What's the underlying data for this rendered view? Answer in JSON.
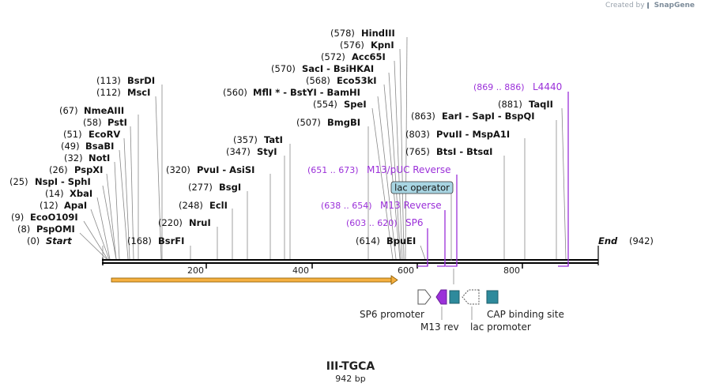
{
  "credit": {
    "prefix": "Created by",
    "brand": "SnapGene"
  },
  "title": "III-TGCA",
  "subtitle": "942 bp",
  "sequence_length": 942,
  "sites": [
    {
      "pos": "(0)",
      "name": "Start",
      "bp": 0,
      "style": "italic"
    },
    {
      "pos": "(8)",
      "name": "PspOMI",
      "bp": 8
    },
    {
      "pos": "(9)",
      "name": "EcoO109I",
      "bp": 9
    },
    {
      "pos": "(12)",
      "name": "ApaI",
      "bp": 12
    },
    {
      "pos": "(14)",
      "name": "XbaI",
      "bp": 14
    },
    {
      "pos": "(25)",
      "name": "NspI - SphI",
      "bp": 25
    },
    {
      "pos": "(26)",
      "name": "PspXI",
      "bp": 26
    },
    {
      "pos": "(32)",
      "name": "NotI",
      "bp": 32
    },
    {
      "pos": "(49)",
      "name": "BsaBI",
      "bp": 49
    },
    {
      "pos": "(51)",
      "name": "EcoRV",
      "bp": 51
    },
    {
      "pos": "(58)",
      "name": "PstI",
      "bp": 58
    },
    {
      "pos": "(67)",
      "name": "NmeAIII",
      "bp": 67
    },
    {
      "pos": "(112)",
      "name": "MscI",
      "bp": 112
    },
    {
      "pos": "(113)",
      "name": "BsrDI",
      "bp": 113
    },
    {
      "pos": "(168)",
      "name": "BsrFI",
      "bp": 168
    },
    {
      "pos": "(220)",
      "name": "NruI",
      "bp": 220
    },
    {
      "pos": "(248)",
      "name": "EclI",
      "bp": 248
    },
    {
      "pos": "(277)",
      "name": "BsgI",
      "bp": 277
    },
    {
      "pos": "(320)",
      "name": "PvuI - AsiSI",
      "bp": 320
    },
    {
      "pos": "(347)",
      "name": "StyI",
      "bp": 347
    },
    {
      "pos": "(357)",
      "name": "TatI",
      "bp": 357
    },
    {
      "pos": "(507)",
      "name": "BmgBI",
      "bp": 507
    },
    {
      "pos": "(554)",
      "name": "SpeI",
      "bp": 554
    },
    {
      "pos": "(560)",
      "name": "MflI * - BstYI - BamHI",
      "bp": 560
    },
    {
      "pos": "(568)",
      "name": "Eco53kI",
      "bp": 568
    },
    {
      "pos": "(570)",
      "name": "SacI - BsiHKAI",
      "bp": 570
    },
    {
      "pos": "(572)",
      "name": "Acc65I",
      "bp": 572
    },
    {
      "pos": "(576)",
      "name": "KpnI",
      "bp": 576
    },
    {
      "pos": "(578)",
      "name": "HindIII",
      "bp": 578
    },
    {
      "pos": "(614)",
      "name": "BpuEI",
      "bp": 614
    },
    {
      "pos": "(765)",
      "name": "BtsI - BtsαI",
      "bp": 765
    },
    {
      "pos": "(803)",
      "name": "PvuII - MspA1I",
      "bp": 803
    },
    {
      "pos": "(863)",
      "name": "EarI - SapI - BspQI",
      "bp": 863
    },
    {
      "pos": "(881)",
      "name": "TaqII",
      "bp": 881
    },
    {
      "pos": "(942)",
      "name": "End",
      "bp": 942,
      "style": "italic"
    }
  ],
  "primers": [
    {
      "pos": "(869 .. 886)",
      "name": "L4440",
      "start": 869,
      "end": 886
    },
    {
      "pos": "(651 .. 673)",
      "name": "M13/pUC Reverse",
      "start": 651,
      "end": 673
    },
    {
      "pos": "(638 .. 654)",
      "name": "M13 Reverse",
      "start": 638,
      "end": 654
    },
    {
      "pos": "(603 .. 620)",
      "name": "SP6",
      "start": 603,
      "end": 620
    }
  ],
  "features": [
    {
      "name": "lac operator",
      "kind": "protein_bind"
    },
    {
      "name": "SP6 promoter",
      "kind": "promoter"
    },
    {
      "name": "M13 rev",
      "kind": "primer_bind"
    },
    {
      "name": "lac promoter",
      "kind": "promoter"
    },
    {
      "name": "CAP binding site",
      "kind": "protein_bind"
    }
  ],
  "ticks": [
    "200",
    "400",
    "600",
    "800"
  ],
  "colors": {
    "backbone": "#000000",
    "primer": "#9b30d9",
    "orf": "#f5b041",
    "feature_teal": "#2e8a9c",
    "operator_fill": "#a8d5e2",
    "credit": "#9aa3ad"
  }
}
